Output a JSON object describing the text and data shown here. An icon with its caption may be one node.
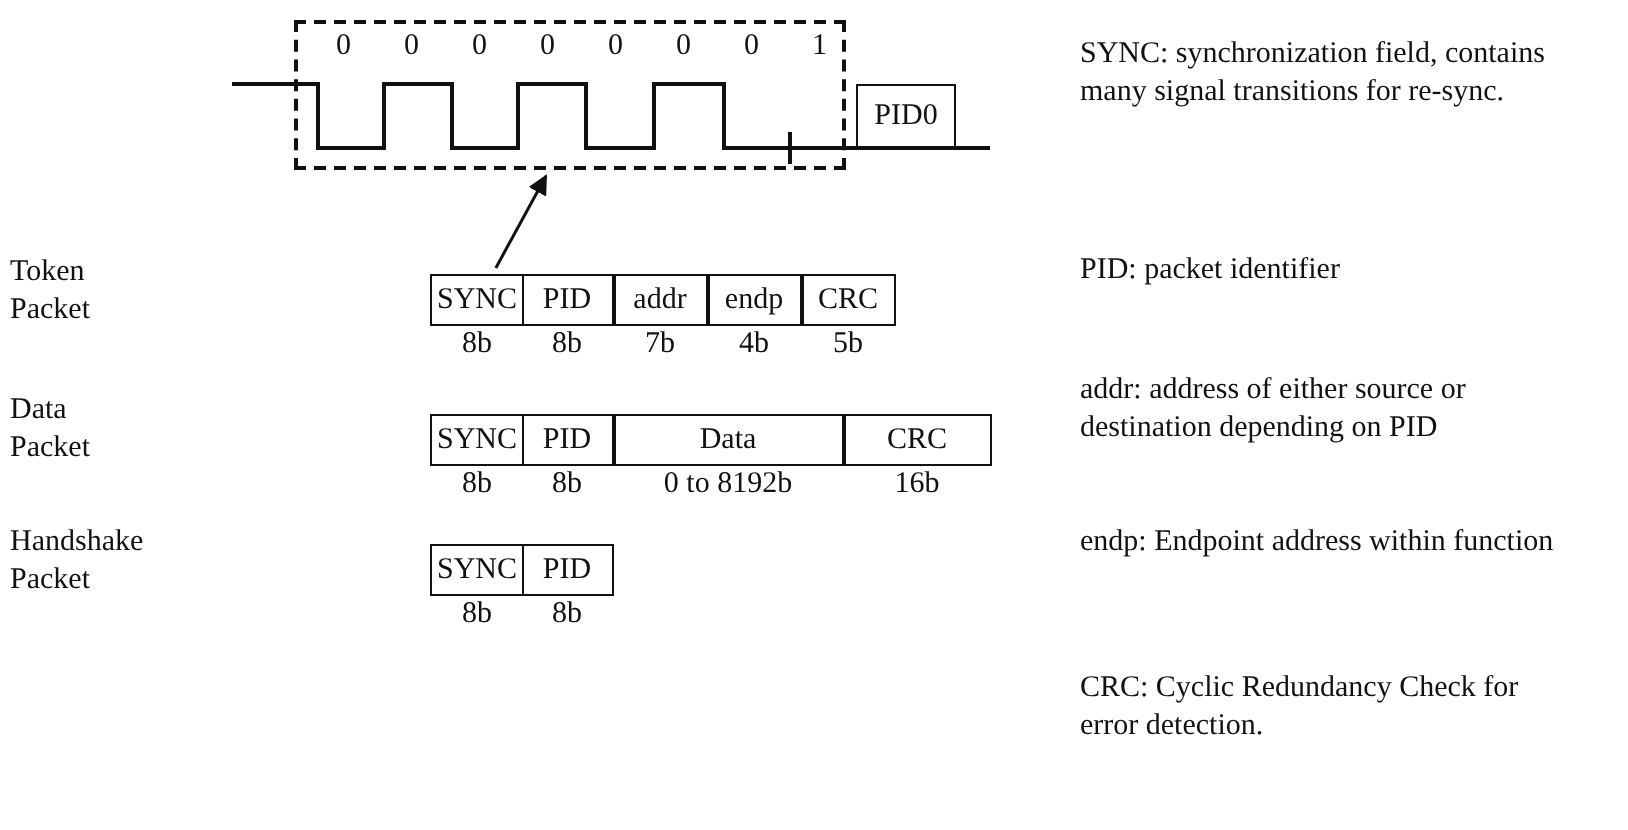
{
  "diagram": {
    "nodes": [
      {
        "text": [],
        "shape": "box"
      },
      {
        "text": [
          "PID0"
        ]
      },
      {
        "text": [
          "SYNC"
        ],
        "beside": [
          "8b"
        ]
      },
      {
        "text": [
          "PID"
        ],
        "beside": [
          "8b"
        ]
      },
      {
        "text": [
          "addr"
        ],
        "beside": [
          "7b"
        ]
      },
      {
        "text": [
          "endp"
        ],
        "beside": [
          "4b"
        ]
      },
      {
        "text": [
          "CRC"
        ],
        "beside": [
          "5b"
        ]
      },
      {
        "text": [
          "SYNC"
        ],
        "beside": [
          "8b"
        ]
      },
      {
        "text": [
          "PID"
        ],
        "beside": [
          "8b"
        ]
      },
      {
        "text": [
          "Data"
        ],
        "beside": [
          "0 to 8192b"
        ]
      },
      {
        "text": [
          "CRC"
        ],
        "beside": [
          "16b"
        ]
      },
      {
        "text": [
          "SYNC"
        ],
        "beside": [
          "8b"
        ]
      },
      {
        "text": [
          "PID"
        ],
        "beside": [
          "8b"
        ]
      }
    ],
    "edges": [
      {
        "from": 2,
        "to": 0,
        "arrow": "to"
      }
    ],
    "labels": [
      "0",
      "0",
      "0",
      "0",
      "0",
      "0",
      "0",
      "1",
      "SYNC: synchronization field, contains many signal transitions for re-sync.",
      "Token Packet",
      "PID: packet identifier",
      "Data Packet",
      "addr: address of either source or destination depending on PID",
      "Handshake Packet",
      "endp: Endpoint address within function",
      "CRC: Cyclic Redundancy Check for error detection."
    ]
  }
}
